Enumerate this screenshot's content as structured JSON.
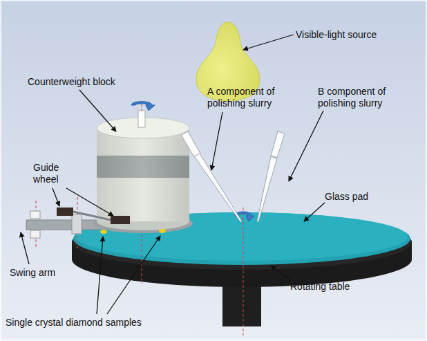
{
  "diagram": {
    "labels": [
      "Visible-light source",
      "Counterweight block",
      "A component of polishing slurry",
      "B component of polishing slurry",
      "Guide wheel",
      "Glass pad",
      "Swing arm",
      "Rotating table",
      "Single crystal diamond samples"
    ]
  }
}
